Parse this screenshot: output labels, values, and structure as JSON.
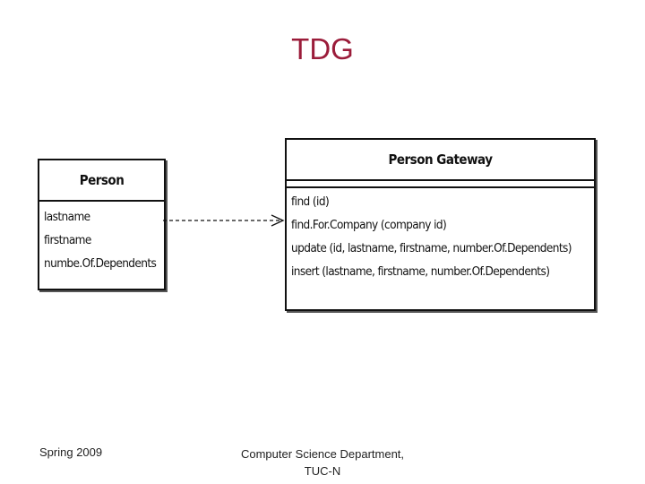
{
  "title": "TDG",
  "person_class": {
    "name": "Person",
    "attributes": [
      "lastname",
      "firstname",
      "numbe.Of.Dependents"
    ]
  },
  "gateway_class": {
    "name": "Person Gateway",
    "operations": [
      "find (id)",
      "find.For.Company (company id)",
      "update (id, lastname, firstname, number.Of.Dependents)",
      "insert (lastname, firstname, number.Of.Dependents)"
    ]
  },
  "footer": {
    "left": "Spring 2009",
    "center_line1": "Computer Science Department,",
    "center_line2": "TUC-N"
  }
}
